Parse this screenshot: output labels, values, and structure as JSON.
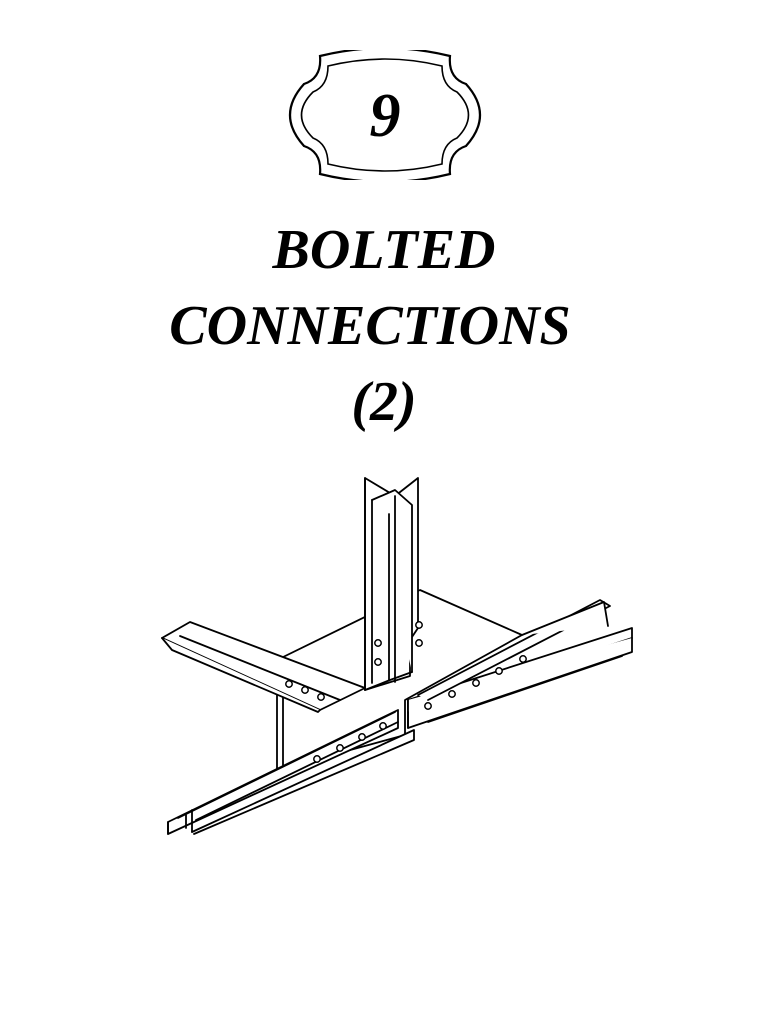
{
  "chapter": {
    "number": "9",
    "title_lines": [
      "BOLTED",
      "CONNECTIONS",
      "(2)"
    ]
  },
  "illustration": {
    "icon": "steel-beam-bolted-connection-illustration"
  },
  "colors": {
    "ink": "#000000",
    "paper": "#ffffff"
  }
}
